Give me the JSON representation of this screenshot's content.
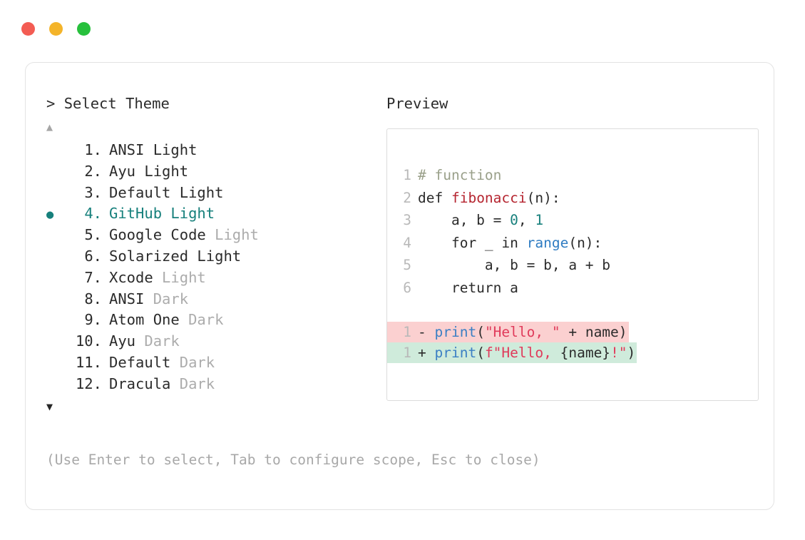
{
  "window": {
    "controls": [
      {
        "name": "close",
        "color": "#F35C53"
      },
      {
        "name": "minimize",
        "color": "#F4B42A"
      },
      {
        "name": "maximize",
        "color": "#27C03C"
      }
    ]
  },
  "prompt": {
    "sigil": ">",
    "title": "Select Theme",
    "scroll_up": "▲",
    "scroll_down": "▼",
    "selected_index": 4,
    "bullet": "●",
    "accent_color": "#17807C",
    "items": [
      {
        "num": "1.",
        "bullet": "",
        "name": "ANSI",
        "variant": "Light",
        "variant_muted": false,
        "selected": false
      },
      {
        "num": "2.",
        "bullet": "",
        "name": "Ayu",
        "variant": "Light",
        "variant_muted": false,
        "selected": false
      },
      {
        "num": "3.",
        "bullet": "",
        "name": "Default",
        "variant": "Light",
        "variant_muted": false,
        "selected": false
      },
      {
        "num": "4.",
        "bullet": "●",
        "name": "GitHub",
        "variant": "Light",
        "variant_muted": false,
        "selected": true
      },
      {
        "num": "5.",
        "bullet": "",
        "name": "Google Code",
        "variant": "Light",
        "variant_muted": true,
        "selected": false
      },
      {
        "num": "6.",
        "bullet": "",
        "name": "Solarized",
        "variant": "Light",
        "variant_muted": false,
        "selected": false
      },
      {
        "num": "7.",
        "bullet": "",
        "name": "Xcode",
        "variant": "Light",
        "variant_muted": true,
        "selected": false
      },
      {
        "num": "8.",
        "bullet": "",
        "name": "ANSI",
        "variant": "Dark",
        "variant_muted": true,
        "selected": false
      },
      {
        "num": "9.",
        "bullet": "",
        "name": "Atom One",
        "variant": "Dark",
        "variant_muted": true,
        "selected": false
      },
      {
        "num": "10.",
        "bullet": "",
        "name": "Ayu",
        "variant": "Dark",
        "variant_muted": true,
        "selected": false
      },
      {
        "num": "11.",
        "bullet": "",
        "name": "Default",
        "variant": "Dark",
        "variant_muted": true,
        "selected": false
      },
      {
        "num": "12.",
        "bullet": "",
        "name": "Dracula",
        "variant": "Dark",
        "variant_muted": true,
        "selected": false
      }
    ]
  },
  "preview": {
    "title": "Preview",
    "code_lines": [
      {
        "n": "1",
        "tokens": [
          {
            "t": "# function",
            "c": "comment"
          }
        ]
      },
      {
        "n": "2",
        "tokens": [
          {
            "t": "def ",
            "c": "plain"
          },
          {
            "t": "fibonacci",
            "c": "func"
          },
          {
            "t": "(n):",
            "c": "plain"
          }
        ]
      },
      {
        "n": "3",
        "tokens": [
          {
            "t": "    a, b = ",
            "c": "plain"
          },
          {
            "t": "0",
            "c": "num"
          },
          {
            "t": ", ",
            "c": "plain"
          },
          {
            "t": "1",
            "c": "num"
          }
        ]
      },
      {
        "n": "4",
        "tokens": [
          {
            "t": "    for _ in ",
            "c": "plain"
          },
          {
            "t": "range",
            "c": "builtin"
          },
          {
            "t": "(n):",
            "c": "plain"
          }
        ]
      },
      {
        "n": "5",
        "tokens": [
          {
            "t": "        a, b = b, a + b",
            "c": "plain"
          }
        ]
      },
      {
        "n": "6",
        "tokens": [
          {
            "t": "    return a",
            "c": "plain"
          }
        ]
      }
    ],
    "diff_lines": [
      {
        "n": "1",
        "marker": "-",
        "kind": "del",
        "bg": "#FBD0D0",
        "tokens": [
          {
            "t": "print",
            "c": "print"
          },
          {
            "t": "(",
            "c": "plain"
          },
          {
            "t": "\"Hello, \"",
            "c": "str"
          },
          {
            "t": " + name)",
            "c": "plain"
          }
        ]
      },
      {
        "n": "1",
        "marker": "+",
        "kind": "add",
        "bg": "#CFEBDB",
        "tokens": [
          {
            "t": "print",
            "c": "print"
          },
          {
            "t": "(",
            "c": "plain"
          },
          {
            "t": "f\"Hello, ",
            "c": "str"
          },
          {
            "t": "{name}",
            "c": "plain"
          },
          {
            "t": "!\"",
            "c": "str"
          },
          {
            "t": ")",
            "c": "plain"
          }
        ]
      }
    ]
  },
  "footer": {
    "hint": "(Use Enter to select, Tab to configure scope, Esc to close)"
  }
}
